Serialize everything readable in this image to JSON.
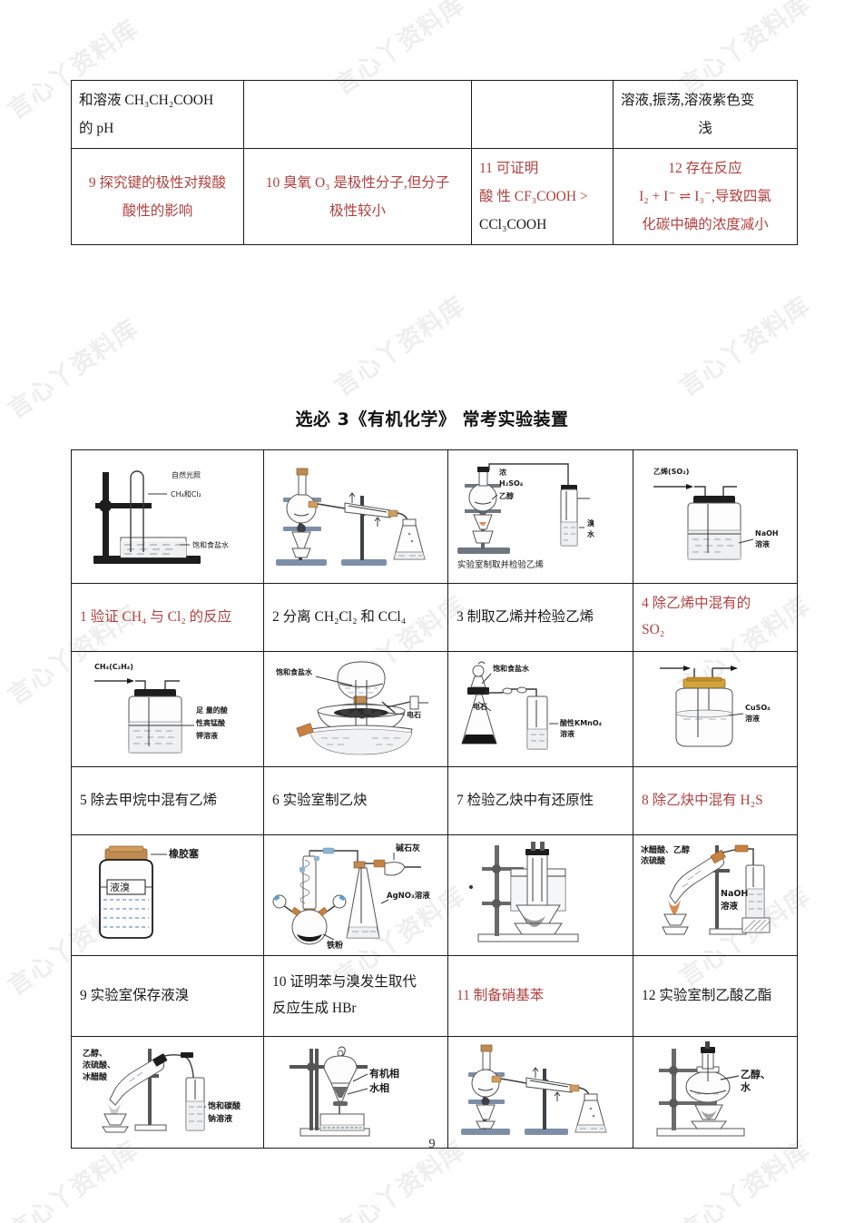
{
  "document": {
    "page_number": "9",
    "watermark_text": "言心丫资料库",
    "red_color": "#b0413f",
    "text_color": "#1a1a1a"
  },
  "top_table": {
    "rows": [
      {
        "cells": [
          {
            "text": "和溶液 CH₃CH₂COOH 的 pH",
            "color": "black",
            "align": "left"
          },
          {
            "text": "",
            "color": "black",
            "align": "left"
          },
          {
            "text": "",
            "color": "black",
            "align": "left"
          },
          {
            "text": "溶液,振荡,溶液紫色变浅",
            "color": "black",
            "align": "left"
          }
        ]
      },
      {
        "cells": [
          {
            "text": "9 探究键的极性对羧酸酸性的影响",
            "color": "red",
            "align": "center"
          },
          {
            "text": "10 臭氧 O₃ 是极性分子,但分子极性较小",
            "color": "red",
            "align": "center"
          },
          {
            "text": "11 可证明酸性 CF₃COOH > CCl₃COOH",
            "color": "red",
            "align": "left"
          },
          {
            "text": "12 存在反应 I₂ + I⁻ ⇌ I₃⁻,导致四氯化碳中碘的浓度减小",
            "color": "red",
            "align": "center"
          }
        ]
      }
    ],
    "cell_11_line1": "11 可证明",
    "cell_11_line2": "酸 性  CF₃COOH >",
    "cell_11_line3": "CCl₃COOH",
    "cell_12_line1": "12 存在反应",
    "cell_12_line2": "I₂ + I⁻ ⇌  I₃⁻,导致四氯",
    "cell_12_line3": "化碳中碘的浓度减小",
    "cell_1_line1": "和溶液 CH₃CH₂COOH",
    "cell_1_line2": "的 pH",
    "cell_4_line1": "溶液,振荡,溶液紫色变",
    "cell_4_line2": "浅",
    "cell_9_line1": "9 探究键的极性对羧酸",
    "cell_9_line2": "酸性的影响",
    "cell_10_line1": "10 臭氧 O₃ 是极性分子,但分子",
    "cell_10_line2": "极性较小"
  },
  "section": {
    "title": "选必 3《有机化学》 常考实验装置"
  },
  "devices": [
    {
      "id": 1,
      "label": "1 验证 CH₄ 与 Cl₂ 的反应",
      "label_color": "red",
      "figure_name": "methane-chlorine-photoreaction-setup",
      "annotations": [
        "自然光照",
        "CH₄和Cl₂",
        "饱和食盐水"
      ]
    },
    {
      "id": 2,
      "label": "2 分离 CH₂Cl₂ 和 CCl₄",
      "label_color": "black",
      "figure_name": "distillation-apparatus",
      "annotations": []
    },
    {
      "id": 3,
      "label": "3 制取乙烯并检验乙烯",
      "label_color": "black",
      "figure_name": "ethylene-preparation-and-test",
      "annotations": [
        "浓",
        "H₂SO₄",
        "乙醇",
        "溴",
        "水",
        "实验室制取并检验乙烯"
      ]
    },
    {
      "id": 4,
      "label": "4 除乙烯中混有的 SO₂",
      "label_color": "red",
      "figure_name": "gas-washing-bottle-naoh",
      "annotations": [
        "乙烯(SO₂)",
        "NaOH",
        "溶液"
      ],
      "label_line1": "4 除乙烯中混有的",
      "label_line2": "SO₂"
    },
    {
      "id": 5,
      "label": "5 除去甲烷中混有乙烯",
      "label_color": "black",
      "figure_name": "gas-washing-bottle-kmno4",
      "annotations": [
        "CH₄(C₂H₄)",
        "足量的酸",
        "性高锰酸",
        "钾溶液"
      ]
    },
    {
      "id": 6,
      "label": "6 实验室制乙炔",
      "label_color": "black",
      "figure_name": "acetylene-generator",
      "annotations": [
        "饱和食盐水",
        "电石"
      ]
    },
    {
      "id": 7,
      "label": "7 检验乙炔中有还原性",
      "label_color": "black",
      "figure_name": "acetylene-reducing-test",
      "annotations": [
        "饱和食盐水",
        "电石",
        "酸性KMnO₄",
        "溶液"
      ]
    },
    {
      "id": 8,
      "label": "8 除乙炔中混有 H₂S",
      "label_color": "red",
      "figure_name": "gas-washing-bottle-cuso4",
      "annotations": [
        "CuSO₄",
        "溶液"
      ]
    },
    {
      "id": 9,
      "label": "9 实验室保存液溴",
      "label_color": "black",
      "figure_name": "liquid-bromine-storage-bottle",
      "annotations": [
        "橡胶塞",
        "液溴"
      ]
    },
    {
      "id": 10,
      "label": "10 证明苯与溴发生取代反应生成 HBr",
      "label_color": "black",
      "figure_name": "benzene-bromination-apparatus",
      "annotations": [
        "碱石灰",
        "AgNO₃溶液",
        "铁粉"
      ],
      "label_line1": "10 证明苯与溴发生取代",
      "label_line2": "反应生成 HBr"
    },
    {
      "id": 11,
      "label": "11 制备硝基苯",
      "label_color": "red",
      "figure_name": "nitrobenzene-water-bath-setup",
      "annotations": []
    },
    {
      "id": 12,
      "label": "12 实验室制乙酸乙酯",
      "label_color": "black",
      "figure_name": "ethyl-acetate-preparation",
      "annotations": [
        "冰醋酸、乙醇",
        "浓硫酸",
        "NaOH",
        "溶液"
      ]
    },
    {
      "id": 13,
      "label": "",
      "label_color": "black",
      "figure_name": "ethyl-acetate-distillation-setup",
      "annotations": [
        "乙醇、",
        "浓硫酸、",
        "冰醋酸",
        "饱和碳酸",
        "钠溶液"
      ]
    },
    {
      "id": 14,
      "label": "",
      "label_color": "black",
      "figure_name": "separatory-funnel-extraction",
      "annotations": [
        "有机相",
        "水相"
      ]
    },
    {
      "id": 15,
      "label": "",
      "label_color": "black",
      "figure_name": "distillation-apparatus-2",
      "annotations": []
    },
    {
      "id": 16,
      "label": "",
      "label_color": "black",
      "figure_name": "ethanol-water-distillation",
      "annotations": [
        "乙醇、",
        "水"
      ]
    }
  ]
}
